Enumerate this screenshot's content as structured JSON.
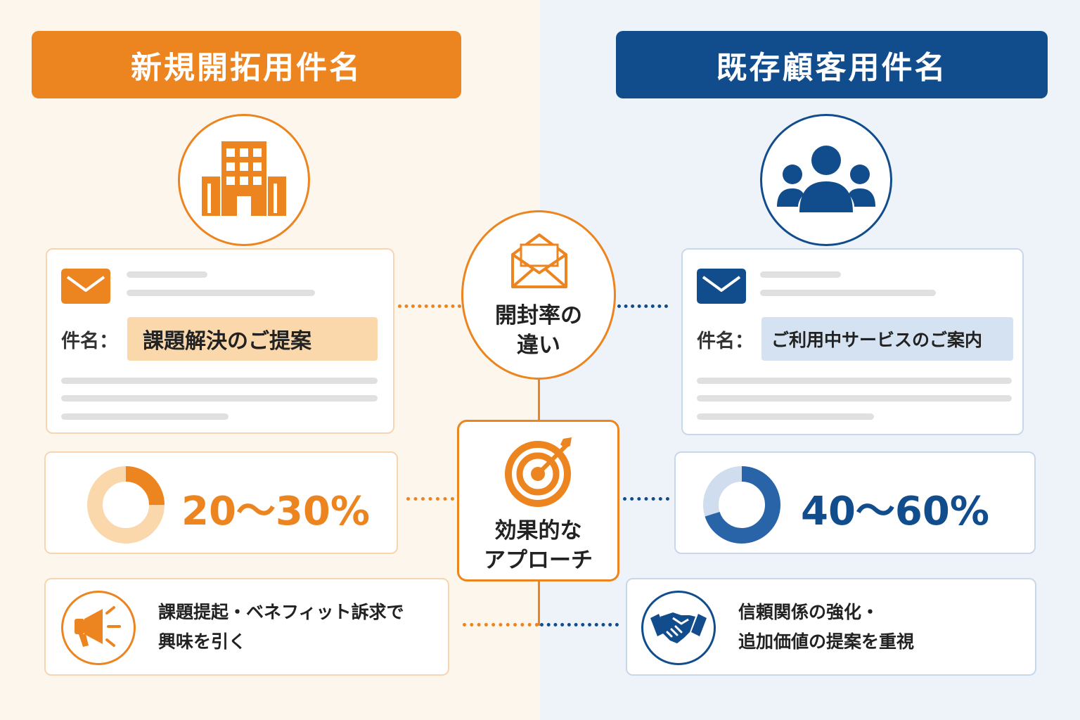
{
  "left": {
    "header": "新規開拓用件名",
    "building_icon": "building-icon",
    "subject_label": "件名：",
    "subject_value": "課題解決のご提案",
    "open_rate": "20～30%",
    "open_rate_fraction": 0.25,
    "approach_line1": "課題提起・ベネフィット訴求で",
    "approach_line2": "興味を引く",
    "approach_icon": "megaphone-icon",
    "accent_color": "#ec8420"
  },
  "right": {
    "header": "既存顧客用件名",
    "users_icon": "users-icon",
    "subject_label": "件名：",
    "subject_value": "ご利用中サービスのご案内",
    "open_rate": "40～60%",
    "open_rate_fraction": 0.7,
    "approach_line1": "信頼関係の強化・",
    "approach_line2": "追加価値の提案を重視",
    "approach_icon": "handshake-icon",
    "accent_color": "#114d8d"
  },
  "center": {
    "open_rate_line1": "開封率の",
    "open_rate_line2": "違い",
    "open_rate_icon": "envelope-open-icon",
    "approach_line1": "効果的な",
    "approach_line2": "アプローチ",
    "approach_icon": "target-icon"
  }
}
